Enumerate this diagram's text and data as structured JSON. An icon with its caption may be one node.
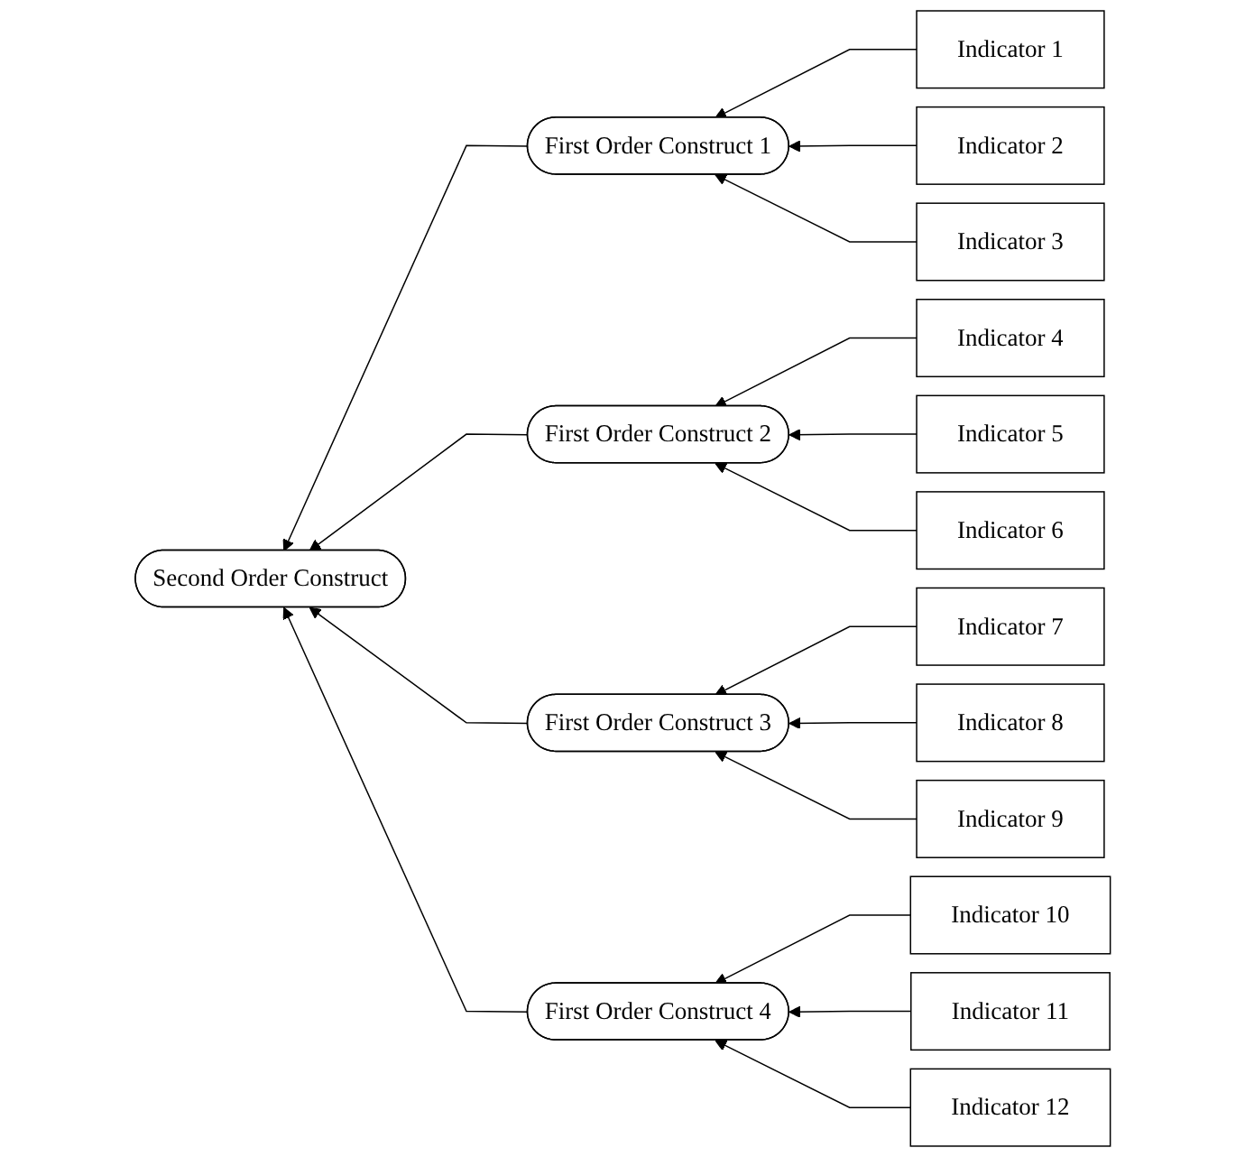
{
  "diagram": {
    "nodes": [
      {
        "text": [
          "Second Order Construct"
        ]
      },
      {
        "text": [
          "First Order Construct 1"
        ]
      },
      {
        "text": [
          "First Order Construct 2"
        ]
      },
      {
        "text": [
          "First Order Construct 3"
        ]
      },
      {
        "text": [
          "First Order Construct 4"
        ]
      },
      {
        "text": [
          "Indicator 1"
        ]
      },
      {
        "text": [
          "Indicator 2"
        ]
      },
      {
        "text": [
          "Indicator 3"
        ]
      },
      {
        "text": [
          "Indicator 4"
        ]
      },
      {
        "text": [
          "Indicator 5"
        ]
      },
      {
        "text": [
          "Indicator 6"
        ]
      },
      {
        "text": [
          "Indicator 7"
        ]
      },
      {
        "text": [
          "Indicator 8"
        ]
      },
      {
        "text": [
          "Indicator 9"
        ]
      },
      {
        "text": [
          "Indicator 10"
        ]
      },
      {
        "text": [
          "Indicator 11"
        ]
      },
      {
        "text": [
          "Indicator 12"
        ]
      }
    ],
    "edges": [
      {
        "from": 1,
        "to": 0,
        "arrow": "to"
      },
      {
        "from": 2,
        "to": 0,
        "arrow": "to"
      },
      {
        "from": 3,
        "to": 0,
        "arrow": "to"
      },
      {
        "from": 4,
        "to": 0,
        "arrow": "to"
      },
      {
        "from": 5,
        "to": 1,
        "arrow": "to"
      },
      {
        "from": 6,
        "to": 1,
        "arrow": "to"
      },
      {
        "from": 7,
        "to": 1,
        "arrow": "to"
      },
      {
        "from": 8,
        "to": 2,
        "arrow": "to"
      },
      {
        "from": 9,
        "to": 2,
        "arrow": "to"
      },
      {
        "from": 10,
        "to": 2,
        "arrow": "to"
      },
      {
        "from": 11,
        "to": 3,
        "arrow": "to"
      },
      {
        "from": 12,
        "to": 3,
        "arrow": "to"
      },
      {
        "from": 13,
        "to": 3,
        "arrow": "to"
      },
      {
        "from": 14,
        "to": 4,
        "arrow": "to"
      },
      {
        "from": 15,
        "to": 4,
        "arrow": "to"
      },
      {
        "from": 16,
        "to": 4,
        "arrow": "to"
      }
    ]
  }
}
